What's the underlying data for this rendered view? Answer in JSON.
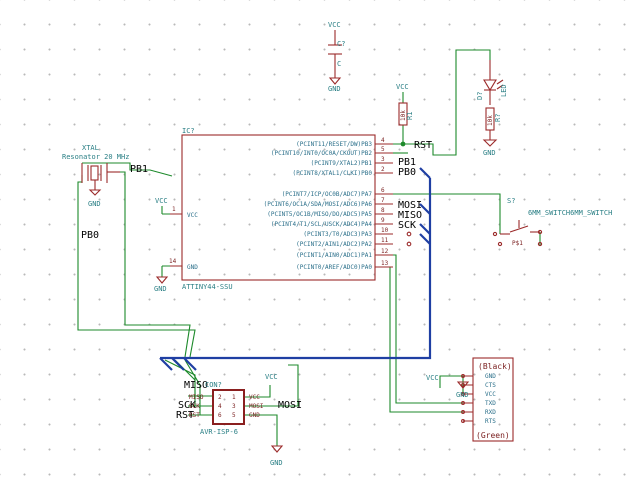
{
  "power": {
    "vcc": "VCC",
    "gnd": "GND"
  },
  "capacitor": {
    "ref": "C?",
    "value": "C"
  },
  "resistor_r1": {
    "ref": "R1",
    "value": "10k"
  },
  "led": {
    "ref": "D?",
    "value": "LED"
  },
  "resistor_r": {
    "ref": "R?",
    "value": "10k"
  },
  "crystal": {
    "ref": "XTAL",
    "value": "Resonator 20 MHz"
  },
  "mcu": {
    "ref": "IC?",
    "value": "ATTINY44-SSU",
    "vcc_pin": {
      "num": "1",
      "name": "VCC"
    },
    "gnd_pin": {
      "num": "14",
      "name": "GND"
    },
    "pins": [
      {
        "num": "4",
        "name": "(PCINT11/RESET/DW)PB3"
      },
      {
        "num": "5",
        "name": "(PCINT10/INT0/OC0A/CKOUT)PB2"
      },
      {
        "num": "3",
        "name": "(PCINT9/XTAL2)PB1"
      },
      {
        "num": "2",
        "name": "(PCINT8/XTAL1/CLKI)PB0"
      },
      {
        "num": "6",
        "name": "(PCINT7/ICP/OC0B/ADC7)PA7"
      },
      {
        "num": "7",
        "name": "(PCINT6/OC1A/SDA/MOSI/ADC6)PA6"
      },
      {
        "num": "8",
        "name": "(PCINT5/OC1B/MISO/DO/ADC5)PA5"
      },
      {
        "num": "9",
        "name": "(PCINT4/T1/SCL/USCK/ADC4)PA4"
      },
      {
        "num": "10",
        "name": "(PCINT3/T0/ADC3)PA3"
      },
      {
        "num": "11",
        "name": "(PCINT2/AIN1/ADC2)PA2"
      },
      {
        "num": "12",
        "name": "(PCINT1/AIN0/ADC1)PA1"
      },
      {
        "num": "13",
        "name": "(PCINT0/AREF/ADC0)PA0"
      }
    ]
  },
  "switch": {
    "ref": "S?",
    "value": "6MM_SWITCH6MM_SWITCH",
    "part": "P$1"
  },
  "isp": {
    "ref": "CON?",
    "value": "AVR-ISP-6",
    "pins_left": [
      {
        "num": "1",
        "name": "MISO"
      },
      {
        "num": "3",
        "name": "SCK"
      },
      {
        "num": "5",
        "name": "RST"
      }
    ],
    "pins_right": [
      {
        "num": "2",
        "name": "VCC"
      },
      {
        "num": "4",
        "name": "MOSI"
      },
      {
        "num": "6",
        "name": "GND"
      }
    ]
  },
  "ftdi": {
    "top": "(Black)",
    "bottom": "(Green)",
    "pins": [
      "GND",
      "CTS",
      "VCC",
      "TXD",
      "RXD",
      "RTS"
    ]
  },
  "net_labels": {
    "rst": "RST",
    "pb1": "PB1",
    "pb0_mcu": "PB0",
    "mosi": "MOSI",
    "miso": "MISO",
    "sck": "SCK",
    "xtal_pb1": "PB1",
    "xtal_pb0": "PB0",
    "isp_miso": "MISO",
    "isp_sck": "SCK",
    "isp_rst": "RST",
    "isp_mosi": "MOSI"
  }
}
